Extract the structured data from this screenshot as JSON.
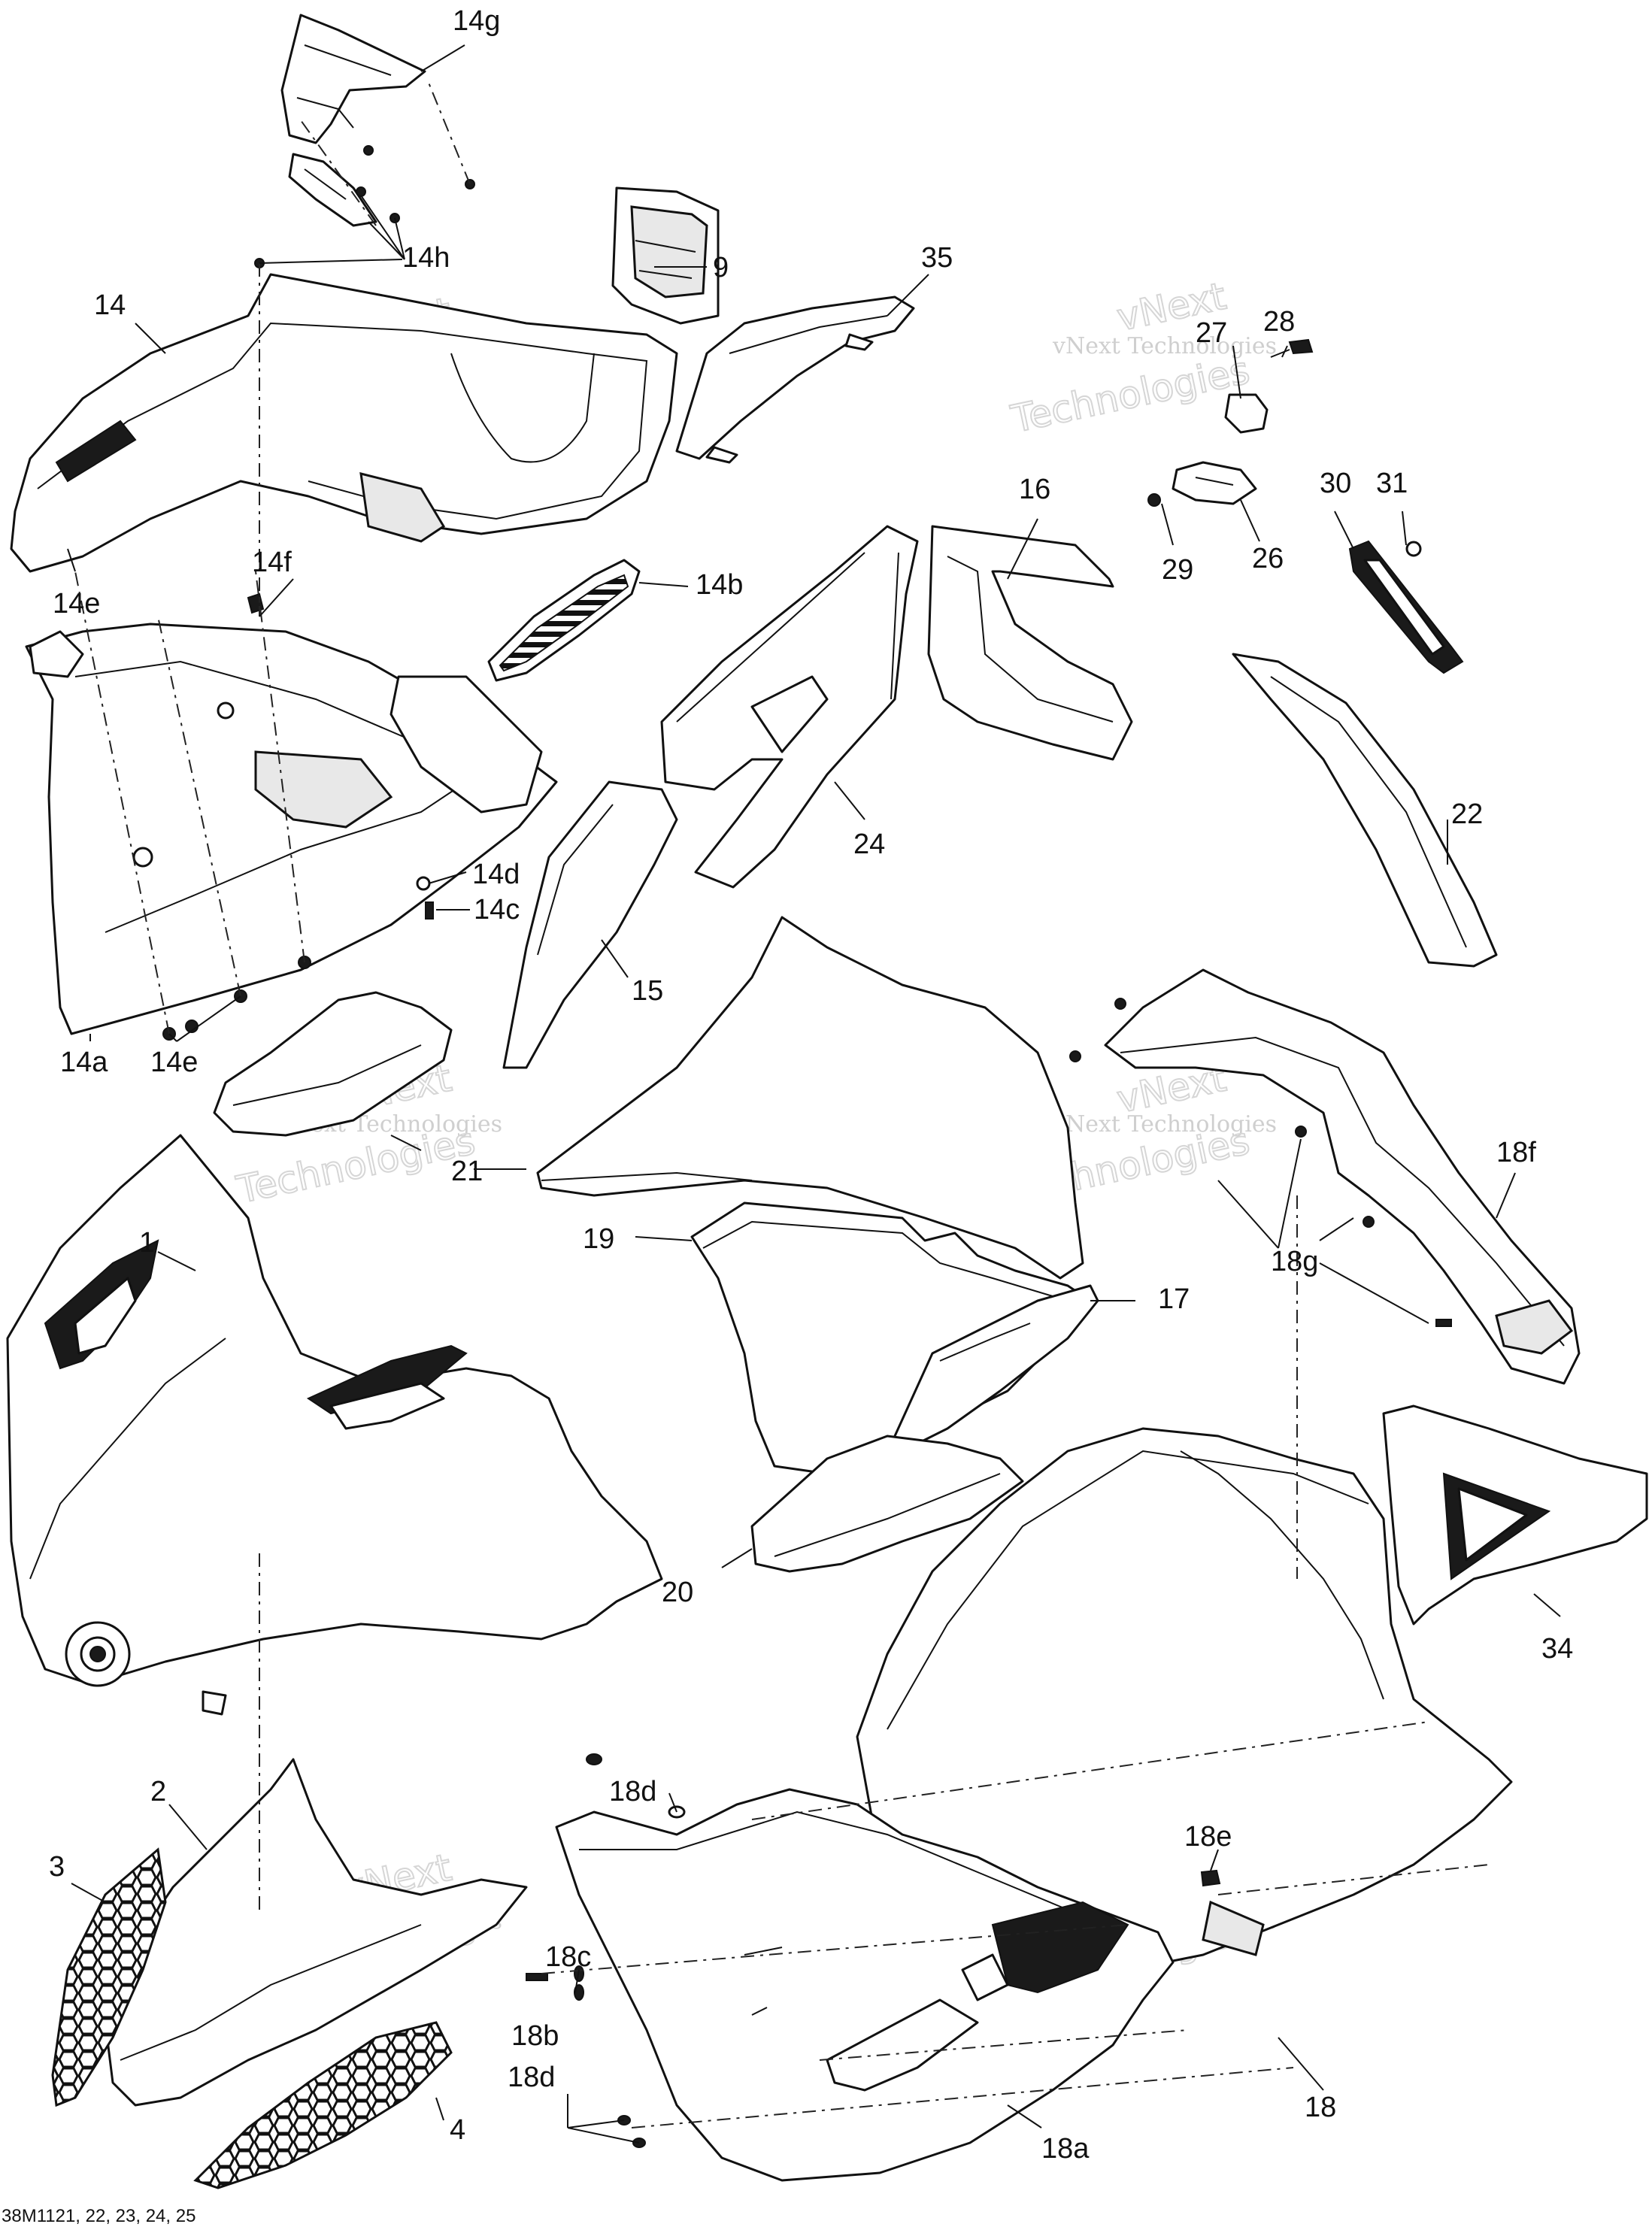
{
  "diagram": {
    "footer_code": "38M1121, 22, 23, 24, 25",
    "watermark": {
      "line1": "vNext",
      "line2": "vNext Technologies",
      "line3": "Technologies"
    },
    "part_labels": {
      "p1": "1",
      "p2": "2",
      "p3": "3",
      "p4": "4",
      "p9": "9",
      "p14": "14",
      "p14a": "14a",
      "p14b": "14b",
      "p14c": "14c",
      "p14d": "14d",
      "p14e_top": "14e",
      "p14e_bottom": "14e",
      "p14f": "14f",
      "p14g": "14g",
      "p14h": "14h",
      "p15": "15",
      "p16": "16",
      "p17": "17",
      "p18": "18",
      "p18a": "18a",
      "p18b": "18b",
      "p18c": "18c",
      "p18d_top": "18d",
      "p18d_bottom": "18d",
      "p18e": "18e",
      "p18f": "18f",
      "p18g": "18g",
      "p19": "19",
      "p20": "20",
      "p21": "21",
      "p22": "22",
      "p24": "24",
      "p26": "26",
      "p27": "27",
      "p28": "28",
      "p29": "29",
      "p30": "30",
      "p31": "31",
      "p34": "34",
      "p35": "35"
    }
  }
}
